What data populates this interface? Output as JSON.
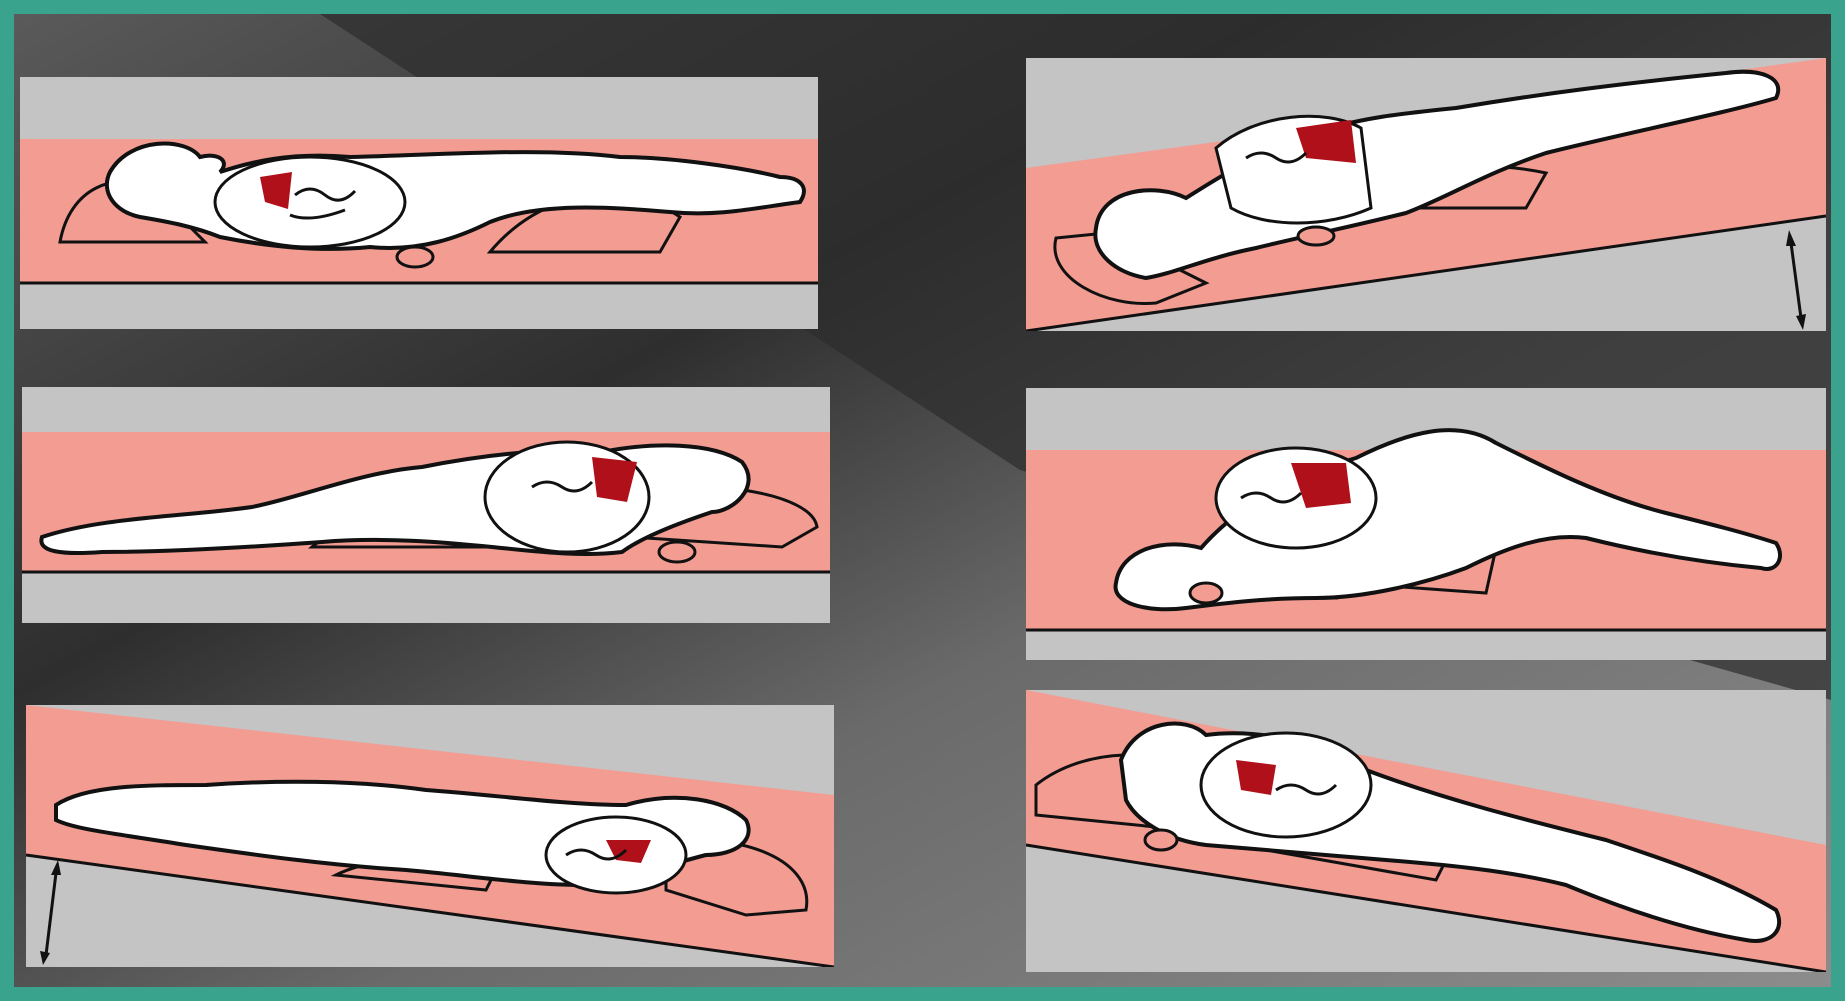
{
  "figure": {
    "frame_color": "#3aa38e",
    "background_colors": [
      "#2e2e2e",
      "#6a6a6a",
      "#8a8a8a"
    ],
    "panel_background": "#c4c4c4",
    "mat_color": "#f29c92",
    "outline_color": "#111111",
    "body_fill": "#ffffff",
    "organ_color": "#b0101a",
    "organ_light": "#f5b7b5"
  },
  "panels": [
    {
      "id": "supine",
      "slope": "flat",
      "tilt_arrow": false
    },
    {
      "id": "prone-head-down",
      "slope": "inclined",
      "tilt_arrow": true
    },
    {
      "id": "right-lateral",
      "slope": "flat",
      "tilt_arrow": false
    },
    {
      "id": "prone-flat",
      "slope": "flat",
      "tilt_arrow": false
    },
    {
      "id": "left-lateral-inclined",
      "slope": "inclined",
      "tilt_arrow": true
    },
    {
      "id": "lateral-inclined-right",
      "slope": "inclined",
      "tilt_arrow": false
    }
  ]
}
